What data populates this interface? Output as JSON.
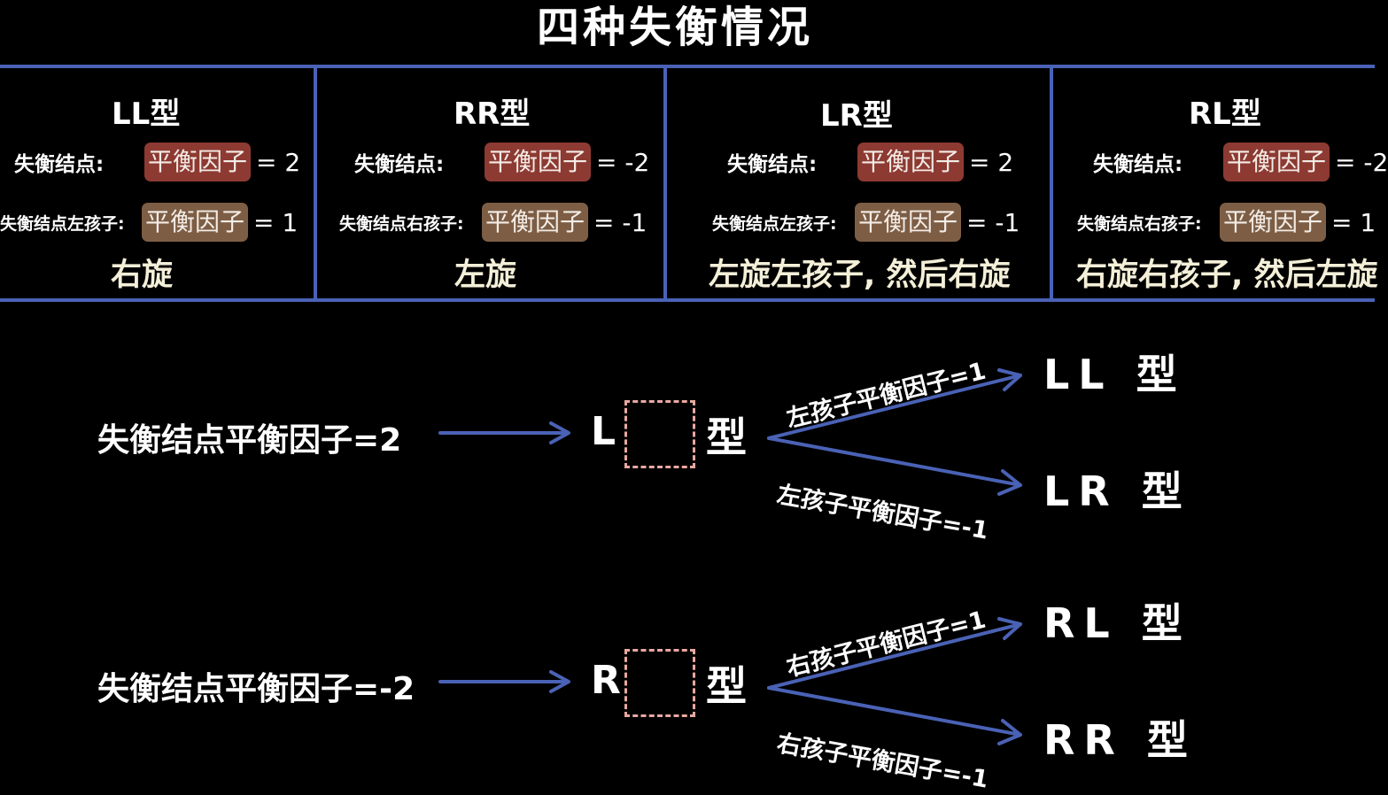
{
  "title": "四种失衡情况",
  "cards": [
    {
      "title": "LL型",
      "row1_label": "失衡结点:",
      "row1_chip": "平衡因子",
      "row1_eq": "= 2",
      "row2_label": "失衡结点左孩子:",
      "row2_chip": "平衡因子",
      "row2_eq": "= 1",
      "result": "右旋"
    },
    {
      "title": "RR型",
      "row1_label": "失衡结点:",
      "row1_chip": "平衡因子",
      "row1_eq": "= -2",
      "row2_label": "失衡结点右孩子:",
      "row2_chip": "平衡因子",
      "row2_eq": "= -1",
      "result": "左旋"
    },
    {
      "title": "LR型",
      "row1_label": "失衡结点:",
      "row1_chip": "平衡因子",
      "row1_eq": "= 2",
      "row2_label": "失衡结点左孩子:",
      "row2_chip": "平衡因子",
      "row2_eq": "= -1",
      "result": "左旋左孩子, 然后右旋"
    },
    {
      "title": "RL型",
      "row1_label": "失衡结点:",
      "row1_chip": "平衡因子",
      "row1_eq": "= -2",
      "row2_label": "失衡结点右孩子:",
      "row2_chip": "平衡因子",
      "row2_eq": "= 1",
      "result": "右旋右孩子, 然后左旋"
    }
  ],
  "flows": [
    {
      "condition": "失衡结点平衡因子=2",
      "prefix": "L",
      "suffix": "型",
      "upper_label": "左孩子平衡因子=1",
      "upper_result": "LL 型",
      "lower_label": "左孩子平衡因子=-1",
      "lower_result": "LR 型"
    },
    {
      "condition": "失衡结点平衡因子=-2",
      "prefix": "R",
      "suffix": "型",
      "upper_label": "右孩子平衡因子=1",
      "upper_result": "RL 型",
      "lower_label": "右孩子平衡因子=-1",
      "lower_result": "RR 型"
    }
  ],
  "colors": {
    "line": "#4a62b5",
    "chip_red": "#8d3a32",
    "chip_brown": "#7d5e45",
    "dash": "#e9a8a0"
  }
}
